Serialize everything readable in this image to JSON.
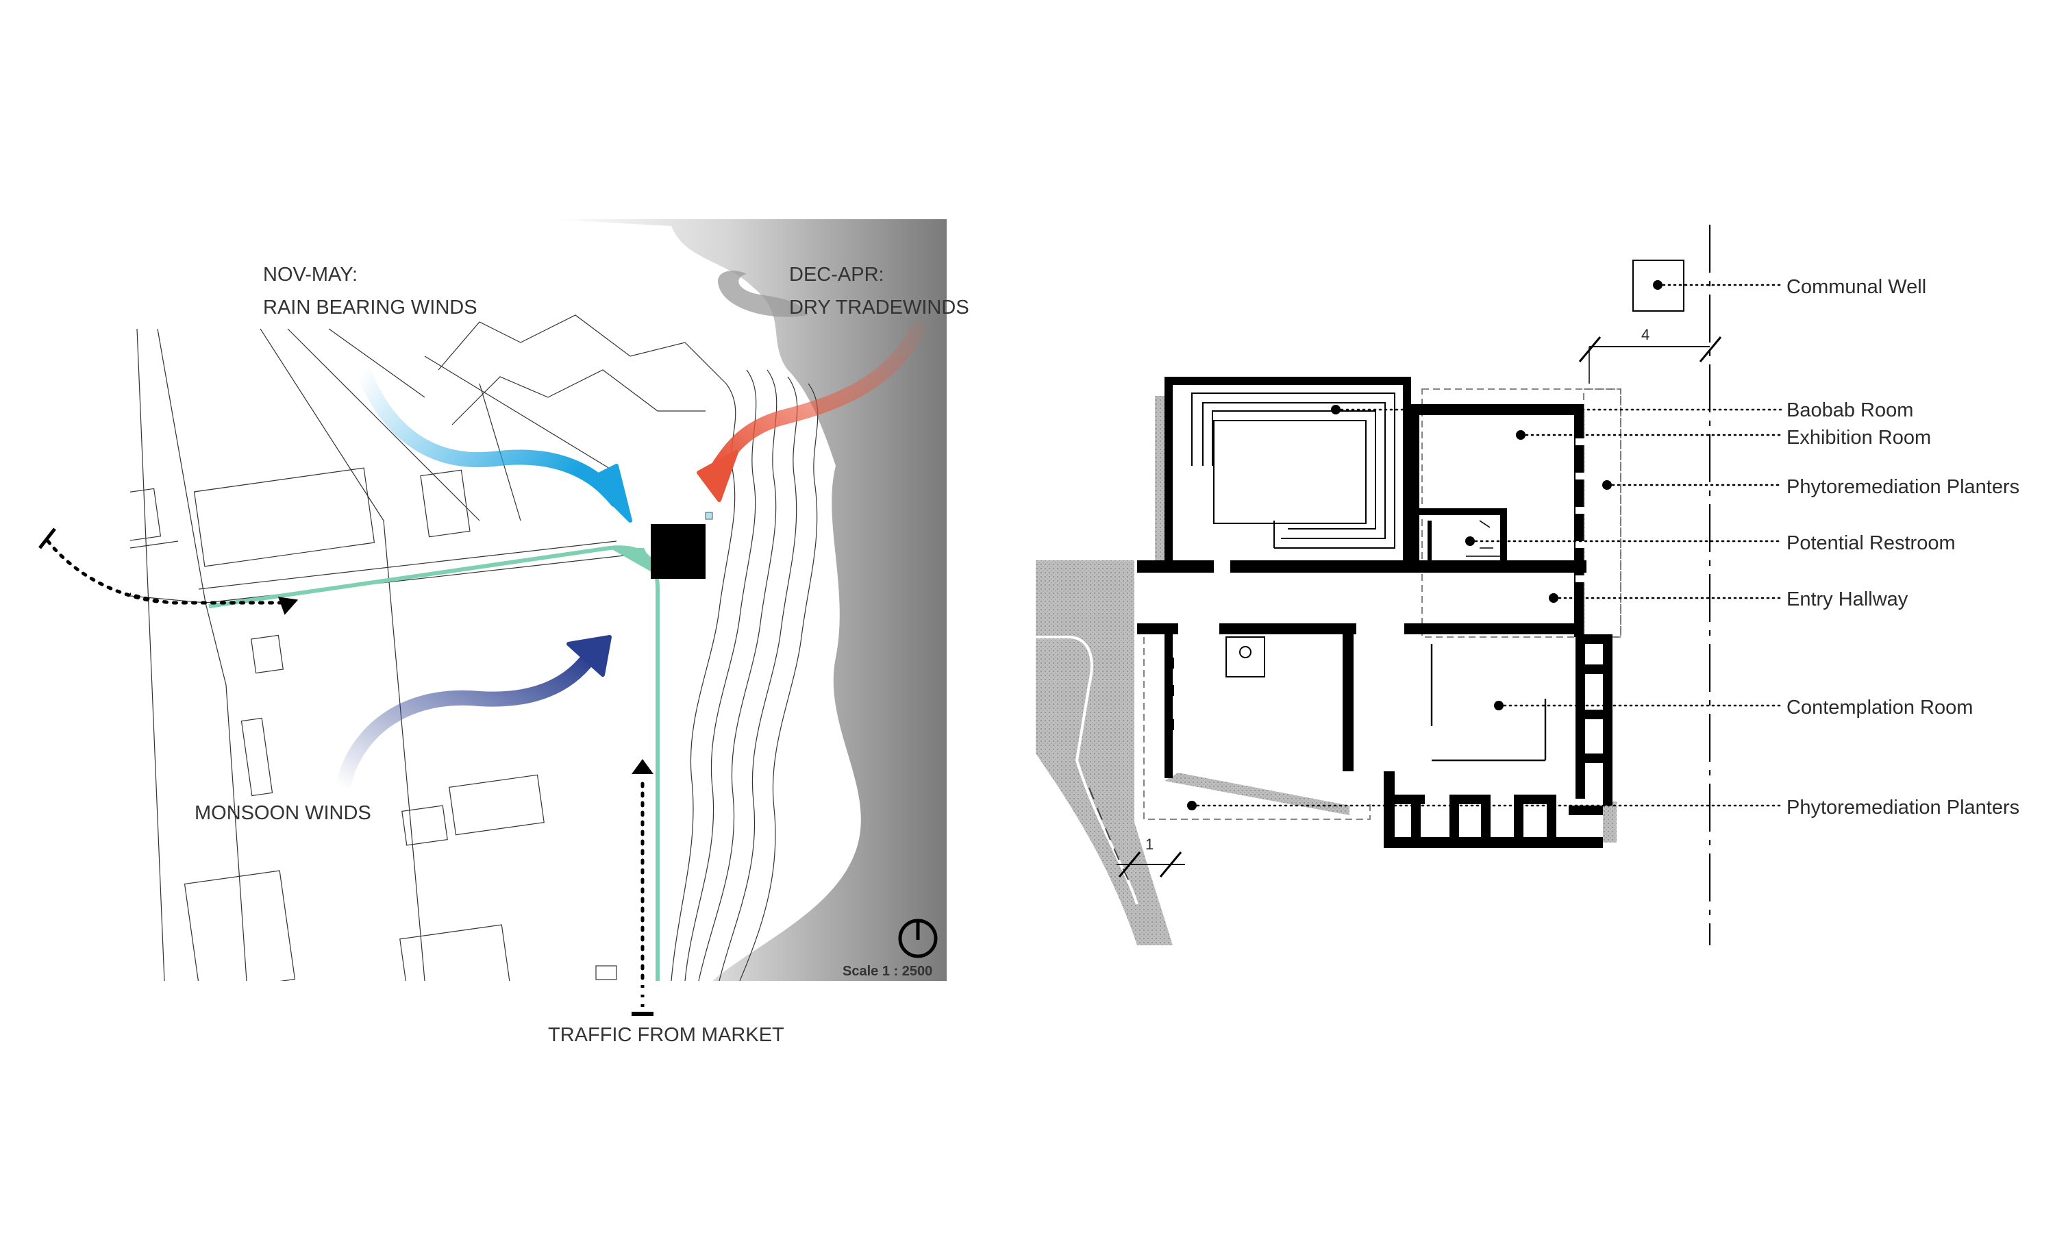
{
  "site_plan": {
    "labels": {
      "rain_winds_1": "NOV-MAY:",
      "rain_winds_2": "RAIN BEARING WINDS",
      "dry_winds_1": "DEC-APR:",
      "dry_winds_2": "DRY TRADEWINDS",
      "monsoon": "MONSOON WINDS",
      "traffic": "TRAFFIC FROM MARKET",
      "scale": "Scale 1 : 2500"
    },
    "colors": {
      "rain_arrow": "#1aa3e0",
      "dry_arrow": "#e8543a",
      "monsoon_arrow": "#2a3f8f",
      "path": "#7fcfb2",
      "sea": "#8a8a8a"
    },
    "icons": [
      "north-arrow-icon",
      "traffic-arrow-icon"
    ]
  },
  "floor_plan": {
    "dimension_top": "4",
    "dimension_bottom": "1",
    "callouts": [
      "Communal Well",
      "Baobab Room",
      "Exhibition Room",
      "Phytoremediation Planters",
      "Potential Restroom",
      "Entry Hallway",
      "Contemplation Room",
      "Phytoremediation Planters"
    ]
  }
}
